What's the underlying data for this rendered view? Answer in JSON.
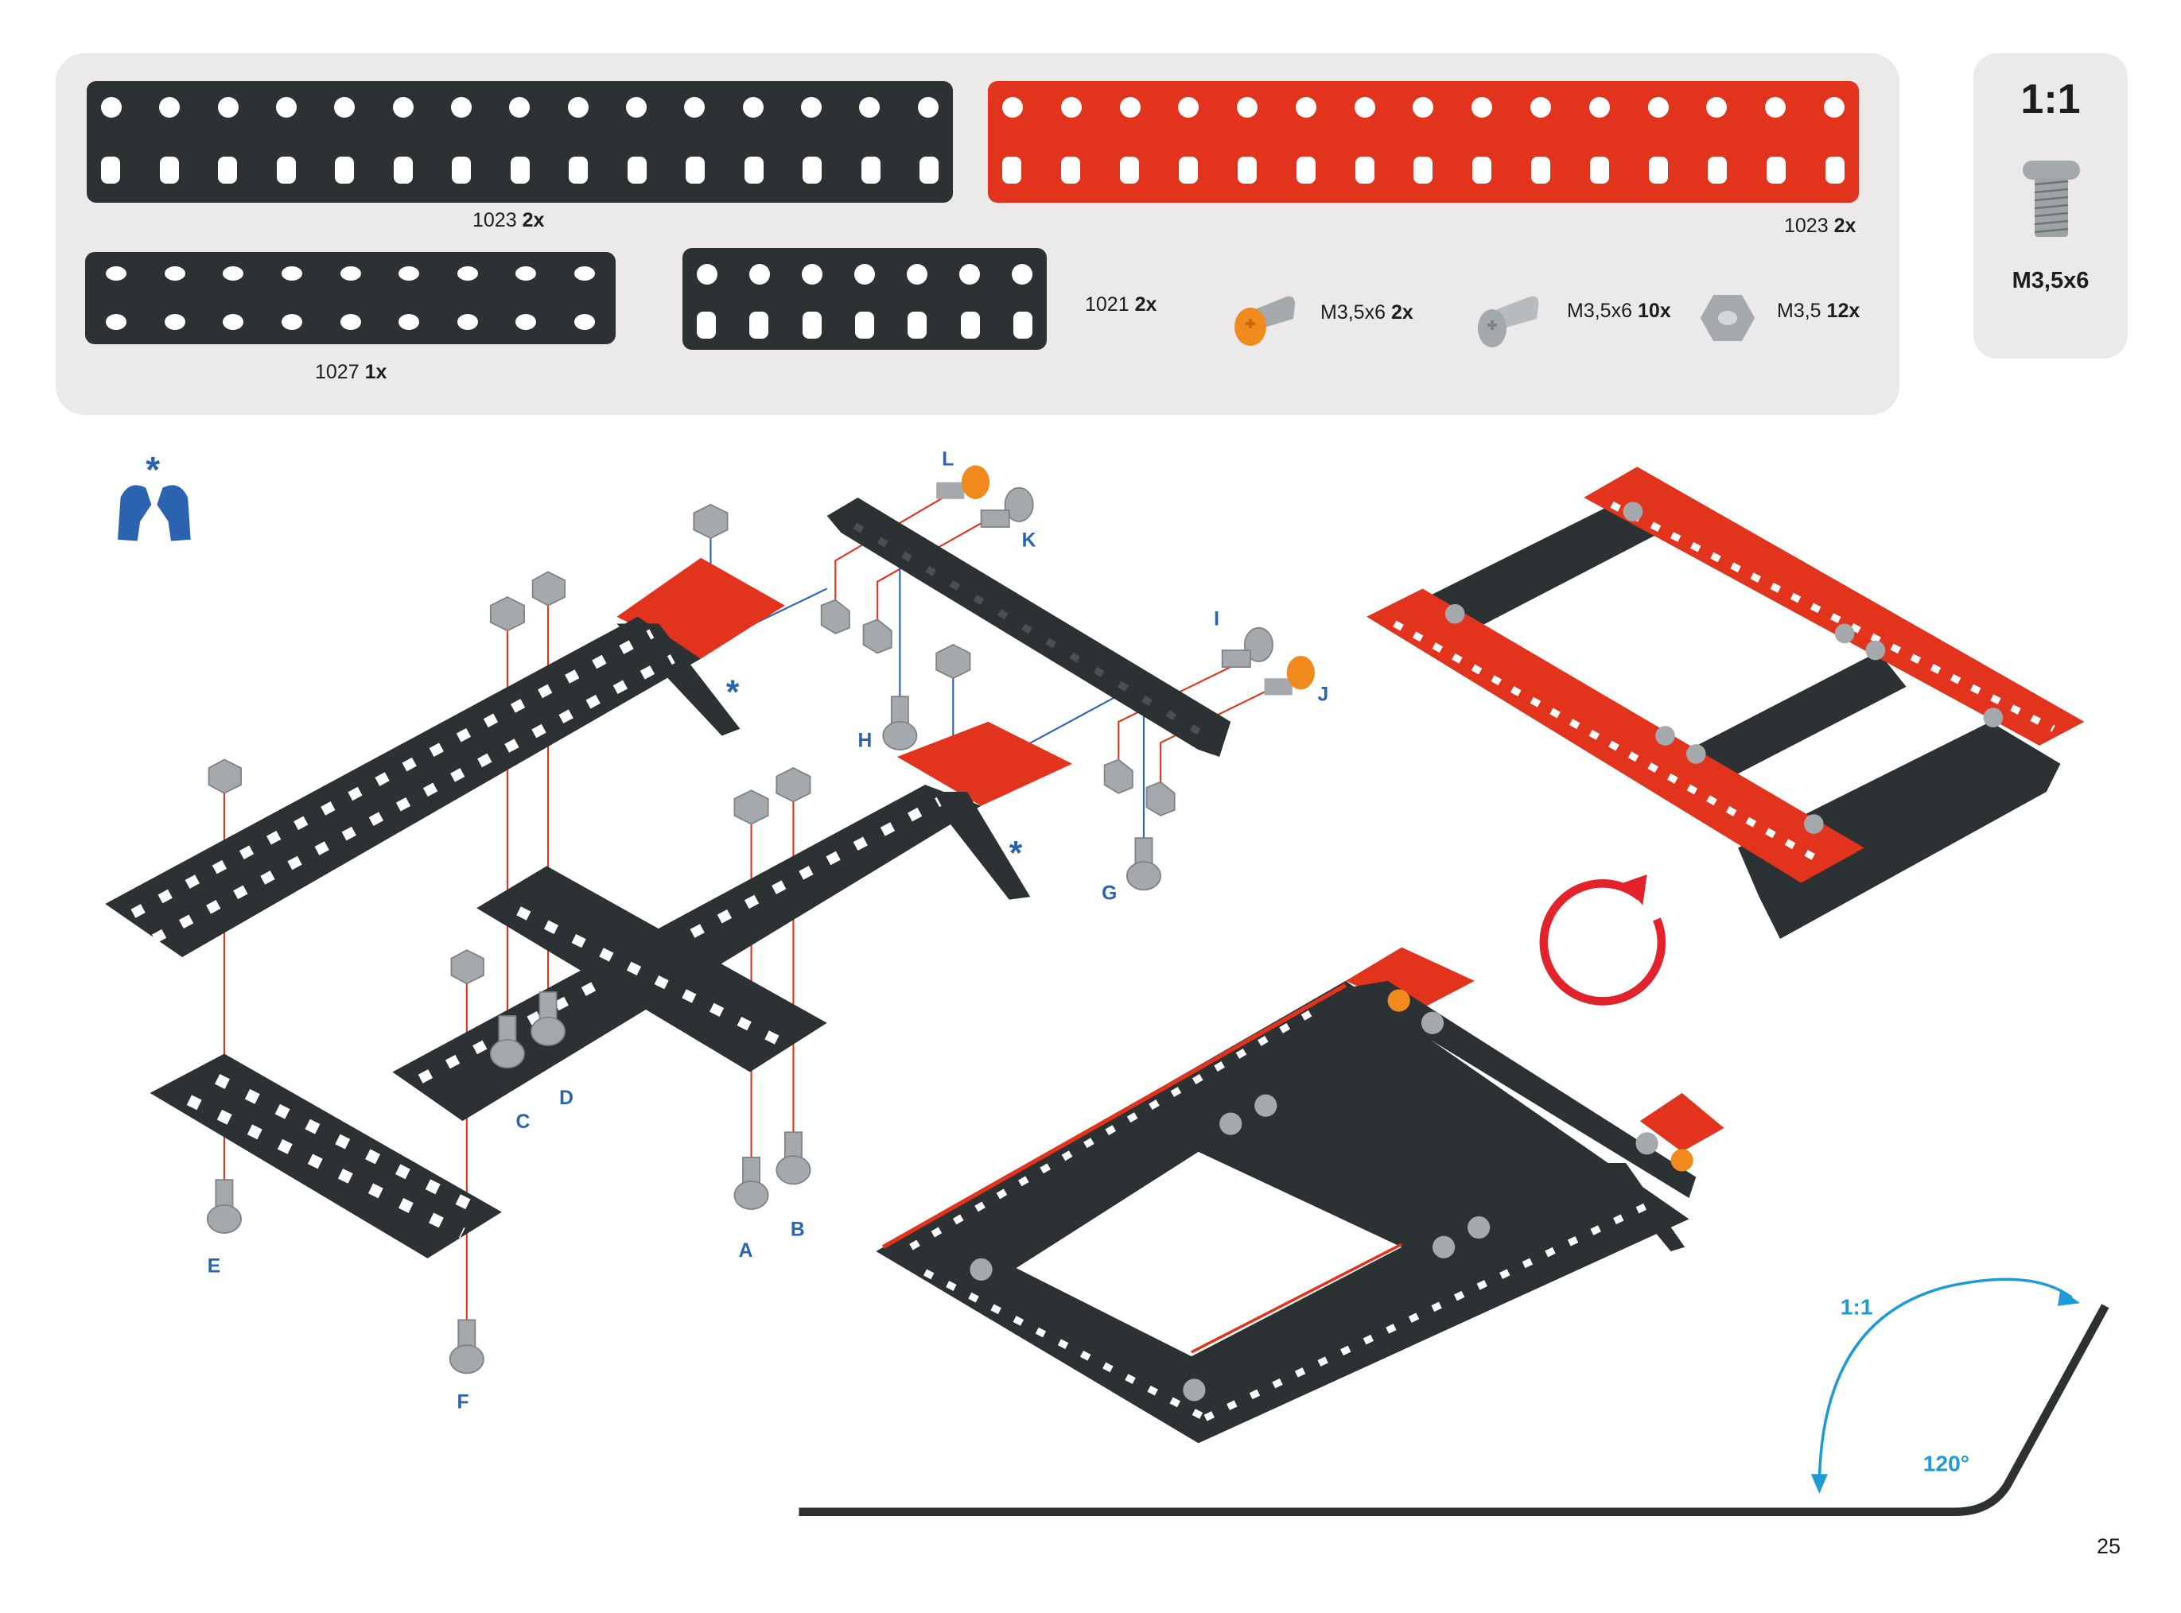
{
  "parts": {
    "plate_1023_black": {
      "id": "1023",
      "qty": "2x"
    },
    "plate_1023_red": {
      "id": "1023",
      "qty": "2x"
    },
    "plate_1027": {
      "id": "1027",
      "qty": "1x"
    },
    "plate_1021": {
      "id": "1021",
      "qty": "2x"
    },
    "screw_orange": {
      "name": "M3,5x6",
      "qty": "2x"
    },
    "screw_grey": {
      "name": "M3,5x6",
      "qty": "10x"
    },
    "nut": {
      "name": "M3,5",
      "qty": "12x"
    }
  },
  "scale_reference": {
    "scale": "1:1",
    "name": "M3,5x6"
  },
  "step_letters": [
    "L",
    "K",
    "I",
    "J",
    "H",
    "G",
    "C",
    "D",
    "A",
    "B",
    "E",
    "F"
  ],
  "asterisk": "*",
  "angle": {
    "scale": "1:1",
    "degrees": "120°"
  },
  "page_number": "25",
  "colors": {
    "red": "#e2341d",
    "black": "#2c3133",
    "blue": "#2b63b0",
    "light_blue": "#1e9ad6",
    "orange": "#f08a1c",
    "grey": "#a4a9ad"
  }
}
